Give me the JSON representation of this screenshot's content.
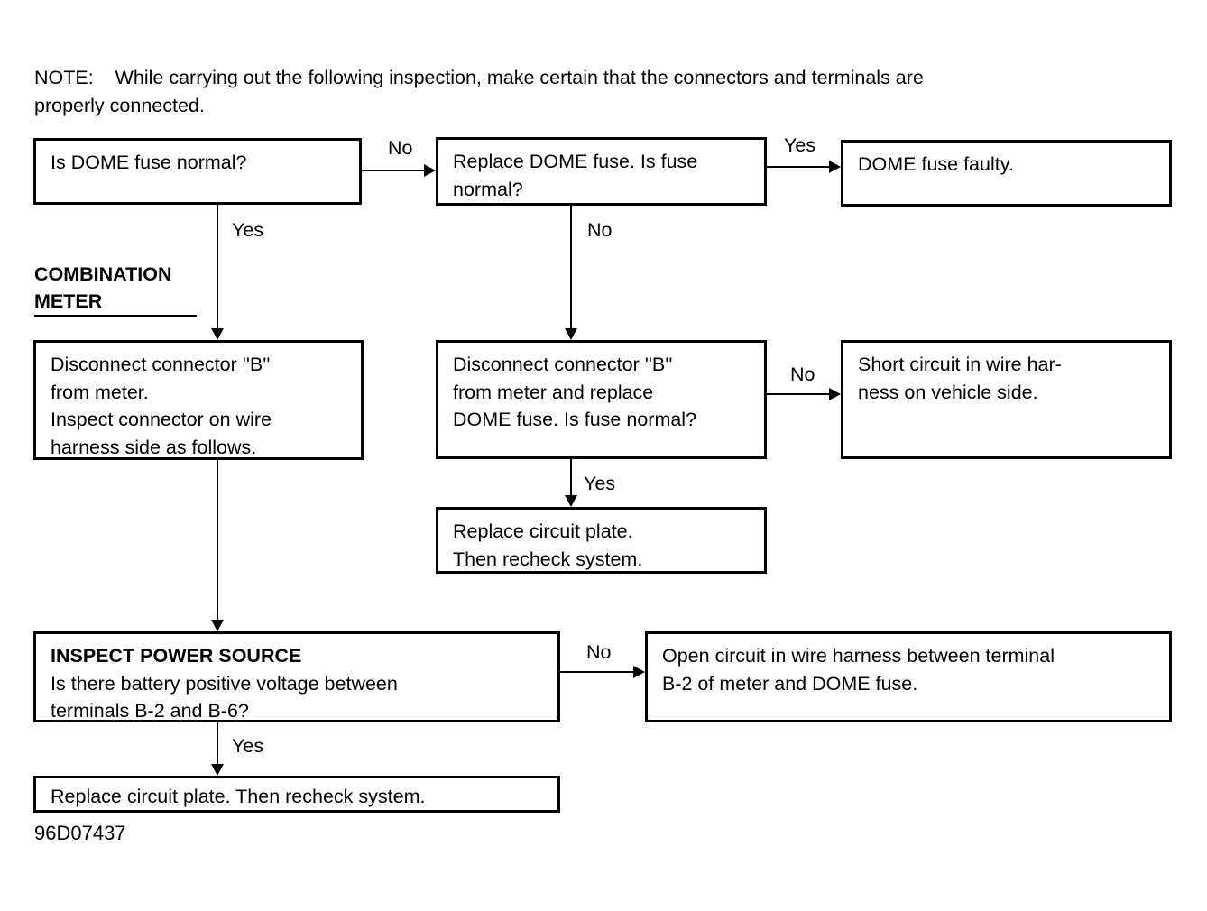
{
  "note": {
    "lines": [
      "NOTE:    While carrying out the following inspection, make certain that the connectors and terminals are",
      "properly connected."
    ]
  },
  "section_label": {
    "lines": [
      "COMBINATION",
      "METER"
    ]
  },
  "boxes": {
    "is_dome_fuse_normal": {
      "lines": [
        "Is DOME fuse normal?"
      ]
    },
    "replace_dome_fuse": {
      "lines": [
        "Replace DOME fuse. Is fuse",
        "normal?"
      ]
    },
    "dome_fuse_faulty": {
      "lines": [
        "DOME fuse faulty."
      ]
    },
    "disconnect_connector_b": {
      "lines": [
        "Disconnect connector ''B''",
        "from meter.",
        "Inspect connector on wire",
        "harness side as follows."
      ]
    },
    "disconnect_and_replace": {
      "lines": [
        "Disconnect connector ''B''",
        "from meter and replace",
        "DOME fuse. Is fuse normal?"
      ]
    },
    "short_circuit": {
      "lines": [
        "Short circuit in wire har-",
        "ness on vehicle side."
      ]
    },
    "replace_circuit_plate_recheck": {
      "lines": [
        "Replace circuit plate.",
        "Then recheck system."
      ]
    },
    "inspect_power_source": {
      "heading": "INSPECT POWER SOURCE",
      "lines": [
        "Is there battery positive voltage between",
        "terminals B-2 and B-6?"
      ]
    },
    "open_circuit": {
      "lines": [
        "Open circuit in wire harness between terminal",
        "B-2 of meter and DOME fuse."
      ]
    },
    "replace_circuit_plate_final": {
      "lines": [
        "Replace circuit plate. Then recheck system."
      ]
    }
  },
  "connector_labels": {
    "no_fuse_to_replace": "No",
    "yes_replace_to_faulty": "Yes",
    "yes_fuse_down": "Yes",
    "no_replace_down": "No",
    "no_disconnect_to_short": "No",
    "yes_disconnect_down": "Yes",
    "no_inspect_to_open": "No",
    "yes_inspect_down": "Yes"
  },
  "figure_code": "96D07437",
  "colors": {
    "ink": "#000000",
    "paper": "#ffffff"
  }
}
